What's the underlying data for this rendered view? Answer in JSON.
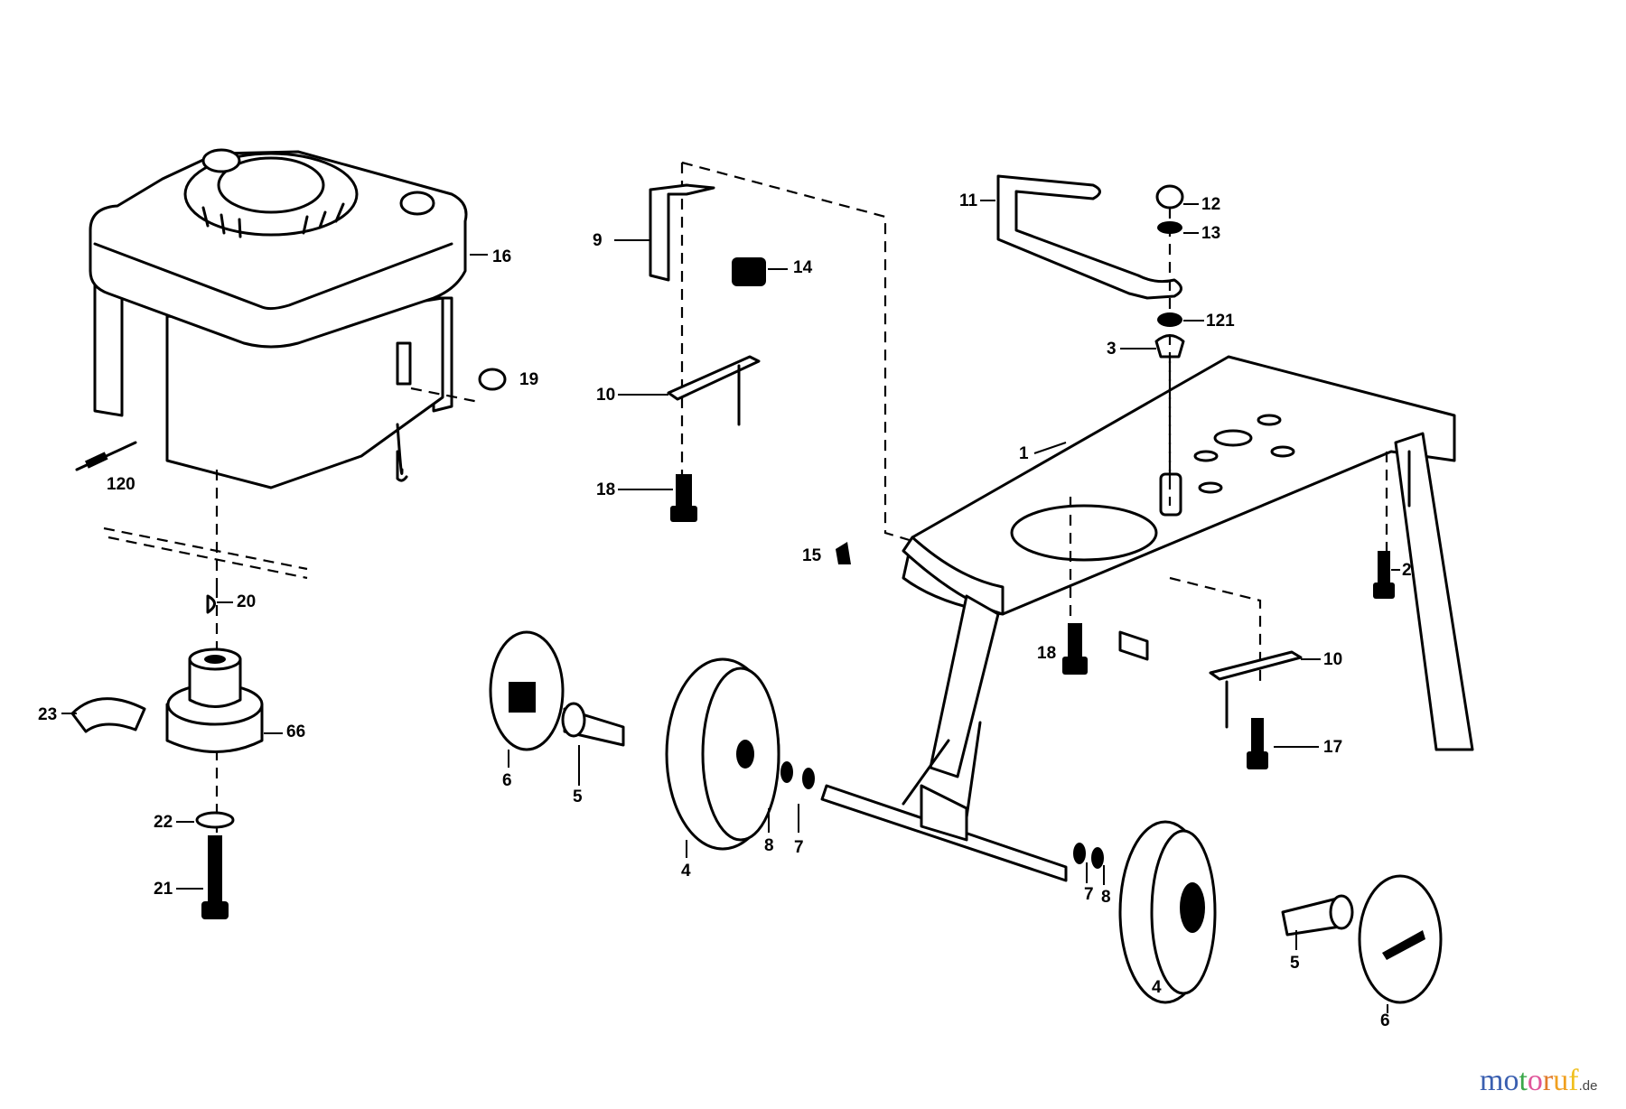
{
  "diagram": {
    "type": "exploded-parts-diagram",
    "part_labels": [
      "16",
      "19",
      "120",
      "20",
      "23",
      "66",
      "22",
      "21",
      "9",
      "14",
      "10",
      "18",
      "15",
      "6",
      "5",
      "4",
      "8",
      "7",
      "11",
      "12",
      "13",
      "121",
      "3",
      "1",
      "2",
      "18",
      "10",
      "17",
      "7",
      "8",
      "4",
      "5",
      "6"
    ]
  },
  "watermark": {
    "letters": [
      "m",
      "o",
      "t",
      "o",
      "r",
      "u",
      "f"
    ],
    "letter_colors": [
      "#3a5fb0",
      "#3a5fb0",
      "#3aa84a",
      "#e0559a",
      "#e07a2a",
      "#f0a020",
      "#f0c020"
    ],
    "suffix": ".de"
  }
}
